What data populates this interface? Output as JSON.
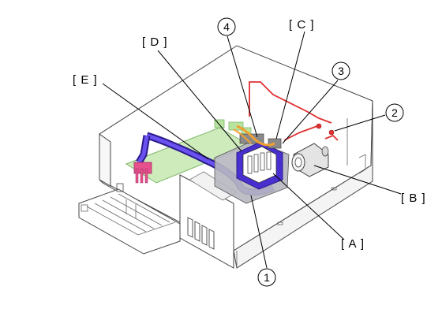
{
  "diagram": {
    "callouts": [
      {
        "id": "1",
        "text": "1"
      },
      {
        "id": "2",
        "text": "2"
      },
      {
        "id": "3",
        "text": "3"
      },
      {
        "id": "4",
        "text": "4"
      }
    ],
    "labels": [
      {
        "id": "A",
        "text": "[ A ]"
      },
      {
        "id": "B",
        "text": "[ B ]"
      },
      {
        "id": "C",
        "text": "[ C ]"
      },
      {
        "id": "D",
        "text": "[ D ]"
      },
      {
        "id": "E",
        "text": "[ E ]"
      }
    ],
    "colors": {
      "ink_tube": "#4a2fd0",
      "ink_tube_dark": "#2b1a8c",
      "pcb": "#b9e3a0",
      "wire": "#e03030",
      "cable": "#f0a030",
      "printhead": "#b7b7c0",
      "pink_connector": "#e6508c"
    }
  }
}
